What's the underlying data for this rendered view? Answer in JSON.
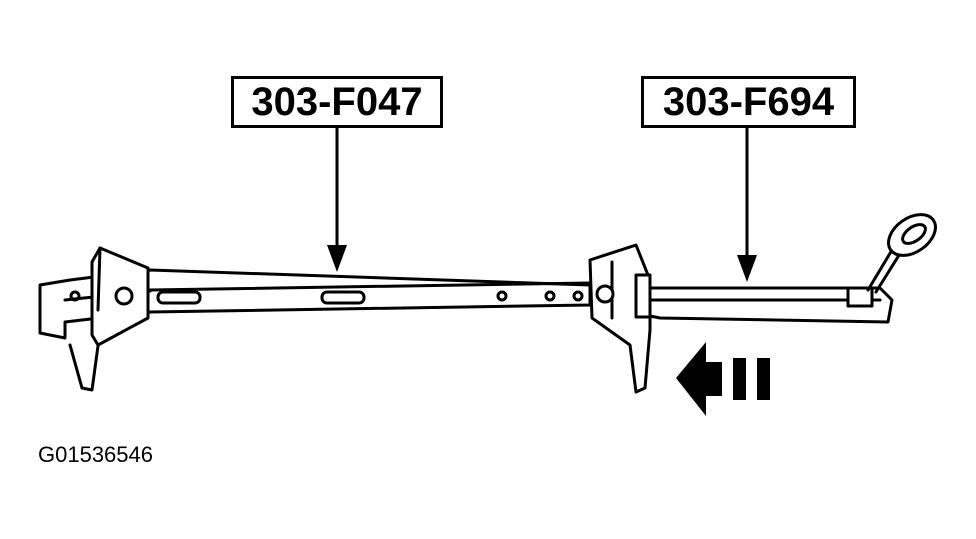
{
  "callouts": [
    {
      "label": "303-F047"
    },
    {
      "label": "303-F694"
    }
  ],
  "figure_id": "G01536546",
  "colors": {
    "line": "#000000",
    "background": "#ffffff"
  },
  "icons": [
    "direction-arrow-icon"
  ]
}
